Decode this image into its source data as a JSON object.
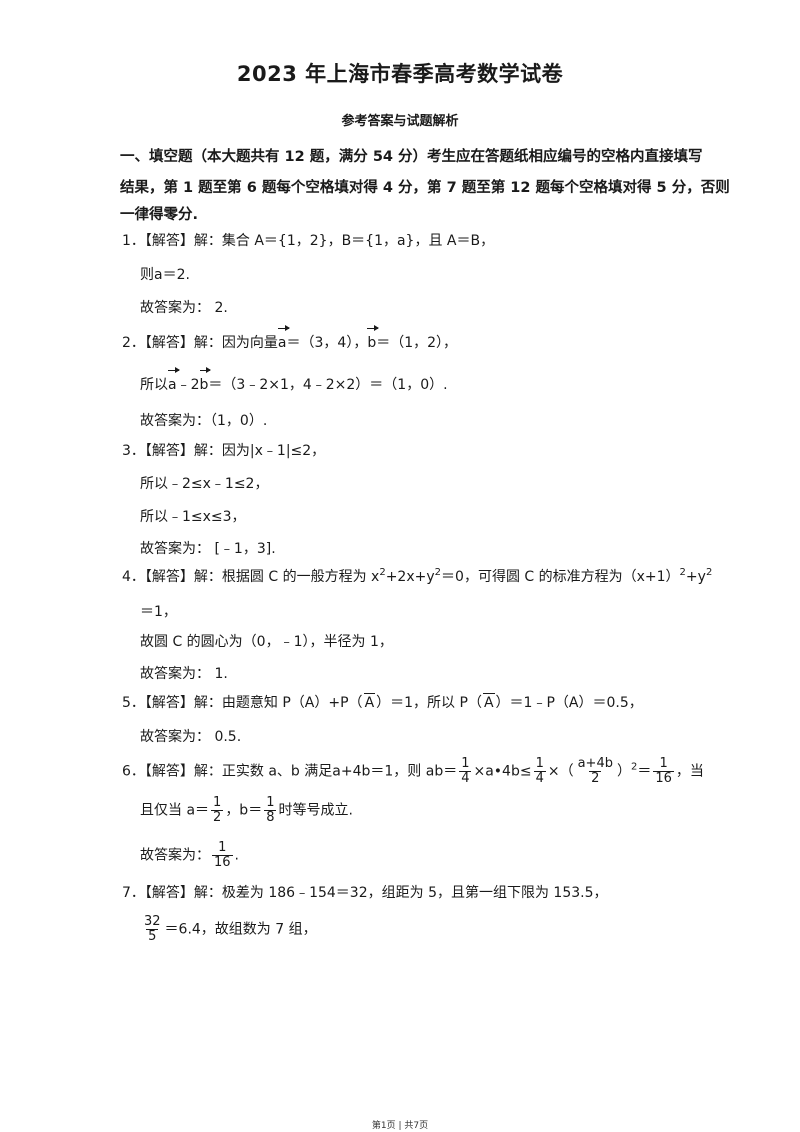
{
  "title": "2023 年上海市春季高考数学试卷",
  "subtitle": "参考答案与试题解析",
  "section": {
    "line1": "一、填空题（本大题共有 12 题，满分 54 分）考生应在答题纸相应编号的空格内直接填写",
    "line2": "结果，第 1 题至第 6 题每个空格填对得 4 分，第 7 题至第 12 题每个空格填对得 5 分，否则",
    "line3": "一律得零分."
  },
  "q1": {
    "l1": "1．【解答】解：集合 A＝{1，2}，B＝{1，a}，且 A＝B，",
    "l2": "则a＝2.",
    "l3": "故答案为： 2."
  },
  "q2": {
    "l1a": "2．【解答】解：因为向量",
    "a": "a",
    "l1b": "＝（3，4），",
    "b": "b",
    "l1c": "＝（1，2），",
    "l2a": "所以",
    "l2b": "﹣2",
    "l2c": "＝（3﹣2×1，4﹣2×2）＝（1，0）.",
    "l3": "故答案为：（1，0）."
  },
  "q3": {
    "l1": "3．【解答】解：因为|x﹣1|≤2，",
    "l2": "所以﹣2≤x﹣1≤2，",
    "l3": "所以﹣1≤x≤3，",
    "l4": "故答案为： [﹣1，3]."
  },
  "q4": {
    "l1a": "4．【解答】解：根据圆 C 的一般方程为 x",
    "l1b": "+2x+y",
    "l1c": "＝0，可得圆 C 的标准方程为（x+1）",
    "l1d": "+y",
    "exp": "2",
    "l2": "＝1，",
    "l3": "故圆 C 的圆心为（0，﹣1），半径为 1，",
    "l4": "故答案为： 1."
  },
  "q5": {
    "l1a": "5．【解答】解：由题意知 P（A）+P（",
    "A": "A",
    "l1b": "）＝1，所以 P（",
    "l1c": "）＝1﹣P（A）＝0.5，",
    "l2": "故答案为： 0.5."
  },
  "q6": {
    "l1a": "6．【解答】解：正实数 a、b 满足a+4b＝1，则 ab＝",
    "f14": {
      "num": "1",
      "den": "4"
    },
    "l1b": "×a•4b≤",
    "l1c": "×（",
    "fab": {
      "num": "a+4b",
      "den": "2"
    },
    "l1d": "）",
    "exp": "2",
    "l1e": "＝",
    "f116": {
      "num": "1",
      "den": "16"
    },
    "l1f": "，当",
    "l2a": "且仅当 a＝",
    "f12": {
      "num": "1",
      "den": "2"
    },
    "l2b": "，b＝",
    "f18": {
      "num": "1",
      "den": "8"
    },
    "l2c": "时等号成立.",
    "l3": "故答案为：",
    "l3end": "."
  },
  "q7": {
    "l1": "7．【解答】解：极差为 186﹣154＝32，组距为 5，且第一组下限为 153.5，",
    "f325": {
      "num": "32",
      "den": "5"
    },
    "l2": "＝6.4，故组数为 7 组，"
  },
  "footer": "第1页 | 共7页"
}
